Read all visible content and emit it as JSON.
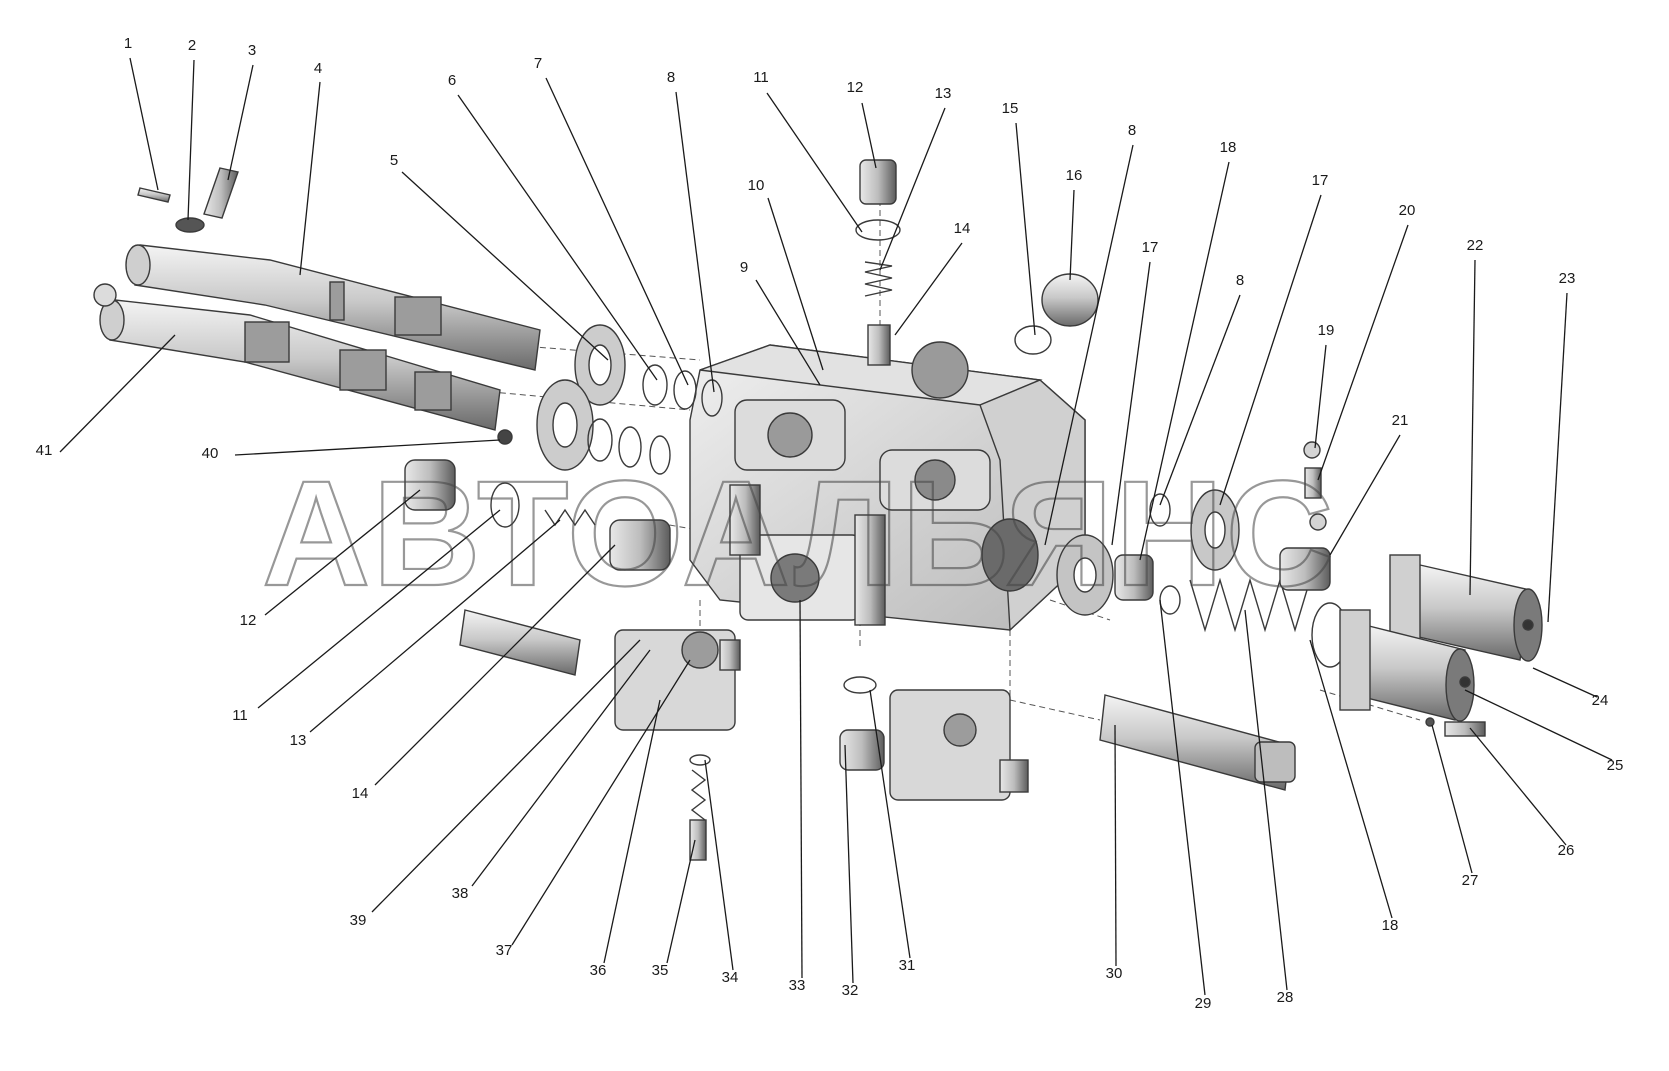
{
  "watermark": "АВТОАЛЬЯНС",
  "callouts": [
    {
      "n": "1"
    },
    {
      "n": "2"
    },
    {
      "n": "3"
    },
    {
      "n": "4"
    },
    {
      "n": "5"
    },
    {
      "n": "6"
    },
    {
      "n": "7"
    },
    {
      "n": "8"
    },
    {
      "n": "11"
    },
    {
      "n": "12"
    },
    {
      "n": "13"
    },
    {
      "n": "15"
    },
    {
      "n": "8"
    },
    {
      "n": "18"
    },
    {
      "n": "16"
    },
    {
      "n": "10"
    },
    {
      "n": "14"
    },
    {
      "n": "9"
    },
    {
      "n": "17"
    },
    {
      "n": "17"
    },
    {
      "n": "20"
    },
    {
      "n": "22"
    },
    {
      "n": "23"
    },
    {
      "n": "8"
    },
    {
      "n": "19"
    },
    {
      "n": "21"
    },
    {
      "n": "41"
    },
    {
      "n": "40"
    },
    {
      "n": "12"
    },
    {
      "n": "11"
    },
    {
      "n": "13"
    },
    {
      "n": "14"
    },
    {
      "n": "39"
    },
    {
      "n": "38"
    },
    {
      "n": "37"
    },
    {
      "n": "36"
    },
    {
      "n": "35"
    },
    {
      "n": "34"
    },
    {
      "n": "33"
    },
    {
      "n": "32"
    },
    {
      "n": "31"
    },
    {
      "n": "30"
    },
    {
      "n": "29"
    },
    {
      "n": "28"
    },
    {
      "n": "18"
    },
    {
      "n": "27"
    },
    {
      "n": "26"
    },
    {
      "n": "25"
    },
    {
      "n": "24"
    }
  ]
}
